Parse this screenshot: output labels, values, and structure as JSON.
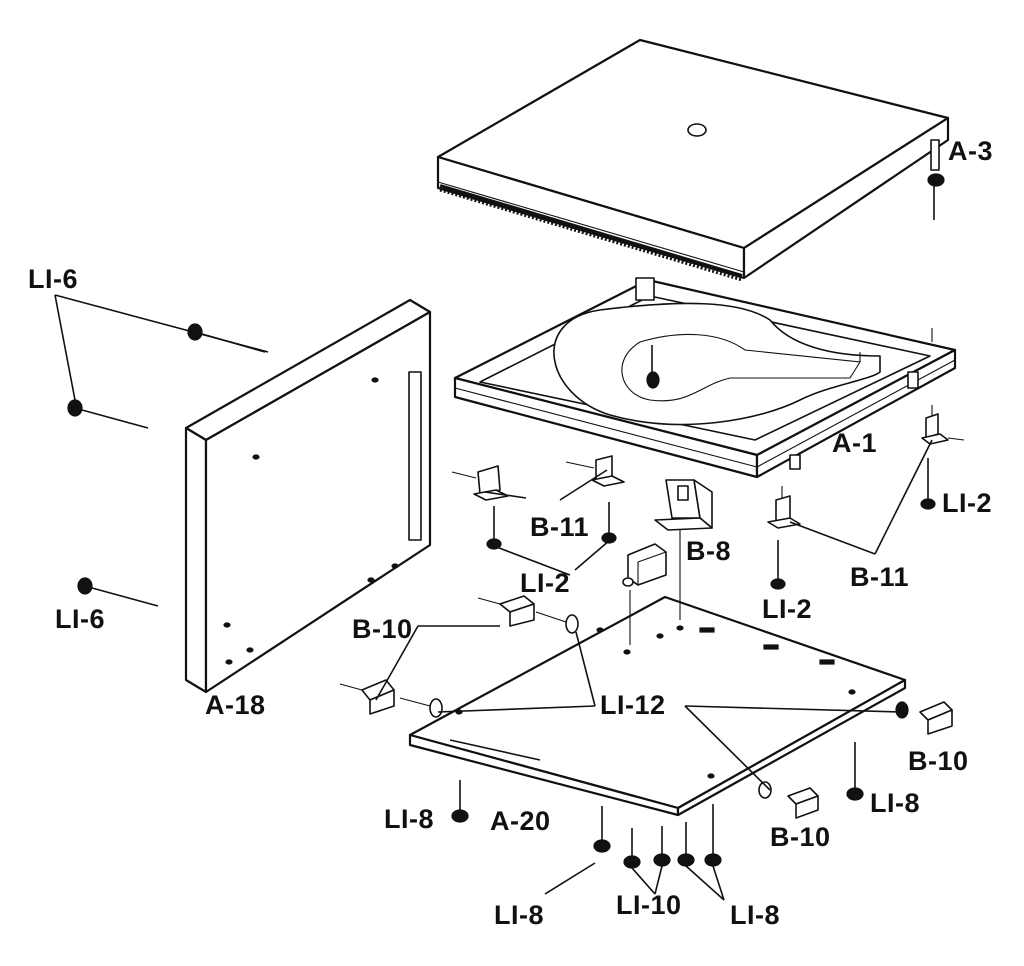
{
  "diagram": {
    "labels": {
      "a3": "A-3",
      "a1": "A-1",
      "a18": "A-18",
      "a20": "A-20",
      "b8": "B-8",
      "b10_left": "B-10",
      "b10_right": "B-10",
      "b10_bottom": "B-10",
      "b11_left": "B-11",
      "b11_right": "B-11",
      "l1_2_right": "LI-2",
      "l1_2_mid": "LI-2",
      "l1_2_bottom": "LI-2",
      "l1_6_top": "LI-6",
      "l1_6_bottom": "LI-6",
      "l1_8_left": "LI-8",
      "l1_8_right": "LI-8",
      "l1_8_bottom_left": "LI-8",
      "l1_8_bottom_right": "LI-8",
      "l1_10": "LI-10",
      "l1_12": "LI-12"
    }
  }
}
